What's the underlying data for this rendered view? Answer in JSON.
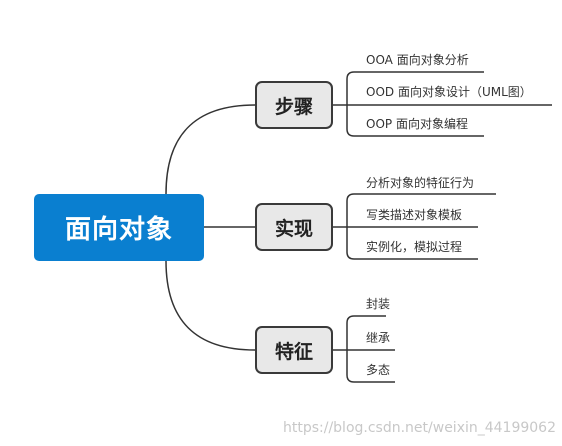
{
  "root": {
    "label": "面向对象"
  },
  "branches": [
    {
      "label": "步骤",
      "items": [
        "OOA 面向对象分析",
        "OOD 面向对象设计（UML图）",
        "OOP 面向对象编程"
      ]
    },
    {
      "label": "实现",
      "items": [
        "分析对象的特征行为",
        "写类描述对象模板",
        "实例化，模拟过程"
      ]
    },
    {
      "label": "特征",
      "items": [
        "封装",
        "继承",
        "多态"
      ]
    }
  ],
  "watermark": "https://blog.csdn.net/weixin_44199062",
  "colors": {
    "root_fill": "#0a7fd0",
    "branch_fill": "#e8e8e8",
    "line": "#333333"
  }
}
